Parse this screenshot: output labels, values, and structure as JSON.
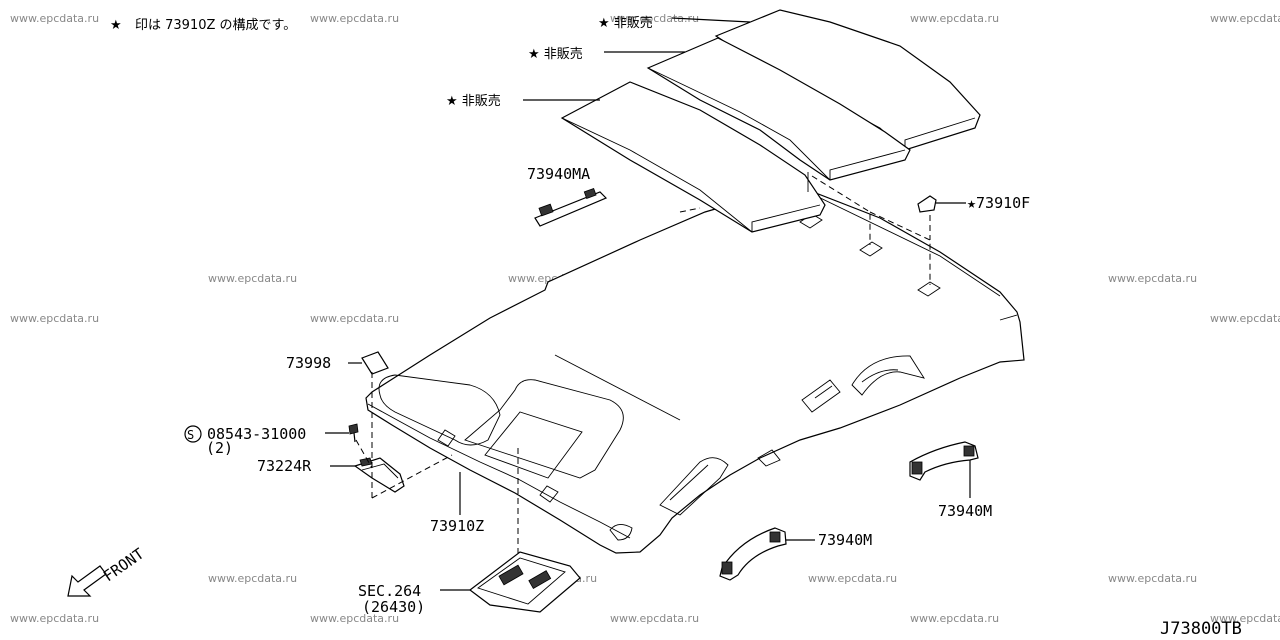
{
  "note": {
    "star": "★",
    "text": "印は 73910Z の構成です。"
  },
  "labels": {
    "hihanbai_1": "★ 非販売",
    "hihanbai_2": "★ 非販売",
    "hihanbai_3": "★ 非販売",
    "p73940MA": "73940MA",
    "p73910F": "★73910F",
    "p73998": "73998",
    "p08543_symbol": "S",
    "p08543": "08543-31000",
    "p08543_qty": "(2)",
    "p73224R": "73224R",
    "p73910Z": "73910Z",
    "p73940M_a": "73940M",
    "p73940M_b": "73940M",
    "sec264": "SEC.264",
    "sec264_sub": "(26430)",
    "front": "FRONT",
    "diagram_code": "J73800TB"
  },
  "watermark": "www.epcdata.ru"
}
